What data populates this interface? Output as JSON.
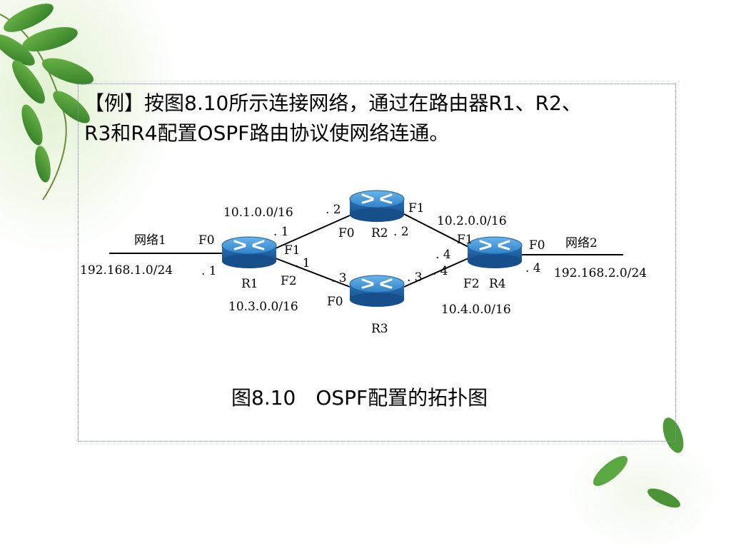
{
  "title": {
    "line1": "【例】按图8.10所示连接网络，通过在路由器R1、R2、",
    "line2": "R3和R4配置OSPF路由协议使网络连通。"
  },
  "caption": "图8.10　OSPF配置的拓扑图",
  "diagram": {
    "routers": [
      "R1",
      "R2",
      "R3",
      "R4"
    ],
    "networks": {
      "net1_name": "网络1",
      "net1_addr": "192.168.1.0/24",
      "net2_name": "网络2",
      "net2_addr": "192.168.2.0/24",
      "link_r1_r2": "10.1.0.0/16",
      "link_r2_r4": "10.2.0.0/16",
      "link_r1_r3": "10.3.0.0/16",
      "link_r3_r4": "10.4.0.0/16"
    },
    "labels": {
      "r1_f0": "F0",
      "r1_f0_host": ". 1",
      "r1_f1": "F1",
      "r1_f1_host": ". 1",
      "r1_f1_host_b": ". 1",
      "r1_f2": "F2",
      "r2_f0": "F0",
      "r2_f0_host": ". 2",
      "r2_f1": "F1",
      "r2_f1_host": ". 2",
      "r3_f0": "F0",
      "r3_f0_host": ". 3",
      "r3_f1_host": ". 3",
      "r4_f1": "F1",
      "r4_f1_host": ". 4",
      "r4_f2": "F2",
      "r4_f2_host": ". 4",
      "r4_f0": "F0",
      "r4_f0_host": ". 4"
    }
  },
  "colors": {
    "router_top": "#3a8fd0",
    "router_body": "#1f64a8",
    "frame_border": "#7f8fb8",
    "leaf": "#3d8a2e"
  }
}
